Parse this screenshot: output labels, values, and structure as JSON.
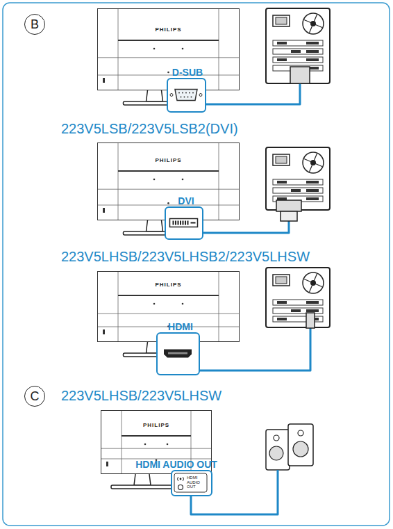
{
  "diagram": {
    "nodes": [
      {
        "text": [
          "B"
        ]
      },
      {
        "text": [
          "PHILIPS"
        ]
      },
      {
        "text": [
          "D-SUB"
        ]
      },
      {
        "text": [
          "PHILIPS"
        ]
      },
      {
        "text": [
          "DVI"
        ]
      },
      {
        "text": [
          "PHILIPS"
        ]
      },
      {
        "text": [
          "HDMI"
        ]
      },
      {
        "text": [
          "C"
        ]
      },
      {
        "text": [
          "PHILIPS"
        ]
      },
      {
        "text": [
          "HDMI AUDIO OUT",
          "HDMI AUDIO OUT"
        ]
      }
    ],
    "labels": [
      "223V5LSB/223V5LSB2(DVI)",
      "223V5LHSB/223V5LHSB2/223V5LHSW",
      "223V5LHSB/223V5LHSW"
    ]
  }
}
